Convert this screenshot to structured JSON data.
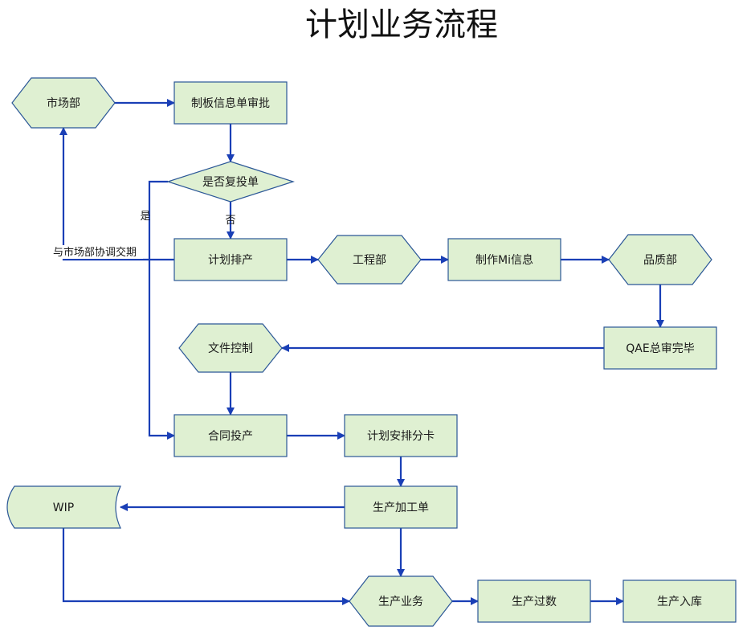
{
  "title": "计划业务流程",
  "colors": {
    "node_fill": "#dff0d2",
    "node_stroke": "#2b5797",
    "edge": "#1a3fb6"
  },
  "nodes": [
    {
      "id": "marketing",
      "shape": "hexagon",
      "label": "市场部"
    },
    {
      "id": "plate_approval",
      "shape": "rect",
      "label": "制板信息单审批"
    },
    {
      "id": "repeat_order",
      "shape": "diamond",
      "label": "是否复投单"
    },
    {
      "id": "schedule",
      "shape": "rect",
      "label": "计划排产"
    },
    {
      "id": "engineering",
      "shape": "hexagon",
      "label": "工程部"
    },
    {
      "id": "mi_info",
      "shape": "rect",
      "label": "制作Mi信息"
    },
    {
      "id": "quality",
      "shape": "hexagon",
      "label": "品质部"
    },
    {
      "id": "qae",
      "shape": "rect",
      "label": "QAE总审完毕"
    },
    {
      "id": "doc_control",
      "shape": "hexagon",
      "label": "文件控制"
    },
    {
      "id": "contract",
      "shape": "rect",
      "label": "合同投产"
    },
    {
      "id": "card_plan",
      "shape": "rect",
      "label": "计划安排分卡"
    },
    {
      "id": "work_order",
      "shape": "rect",
      "label": "生产加工单"
    },
    {
      "id": "wip",
      "shape": "storage",
      "label": "WIP"
    },
    {
      "id": "production",
      "shape": "hexagon",
      "label": "生产业务"
    },
    {
      "id": "pass_count",
      "shape": "rect",
      "label": "生产过数"
    },
    {
      "id": "warehouse",
      "shape": "rect",
      "label": "生产入库"
    }
  ],
  "edges": [
    {
      "from": "marketing",
      "to": "plate_approval",
      "label": ""
    },
    {
      "from": "plate_approval",
      "to": "repeat_order",
      "label": ""
    },
    {
      "from": "repeat_order",
      "to": "schedule",
      "label": "否"
    },
    {
      "from": "repeat_order",
      "to": "contract",
      "label": "是"
    },
    {
      "from": "schedule",
      "to": "marketing",
      "label": "与市场部协调交期"
    },
    {
      "from": "schedule",
      "to": "engineering",
      "label": ""
    },
    {
      "from": "engineering",
      "to": "mi_info",
      "label": ""
    },
    {
      "from": "mi_info",
      "to": "quality",
      "label": ""
    },
    {
      "from": "quality",
      "to": "qae",
      "label": ""
    },
    {
      "from": "qae",
      "to": "doc_control",
      "label": ""
    },
    {
      "from": "doc_control",
      "to": "contract",
      "label": ""
    },
    {
      "from": "contract",
      "to": "card_plan",
      "label": ""
    },
    {
      "from": "card_plan",
      "to": "work_order",
      "label": ""
    },
    {
      "from": "work_order",
      "to": "wip",
      "label": ""
    },
    {
      "from": "work_order",
      "to": "production",
      "label": ""
    },
    {
      "from": "wip",
      "to": "production",
      "label": ""
    },
    {
      "from": "production",
      "to": "pass_count",
      "label": ""
    },
    {
      "from": "pass_count",
      "to": "warehouse",
      "label": ""
    }
  ]
}
